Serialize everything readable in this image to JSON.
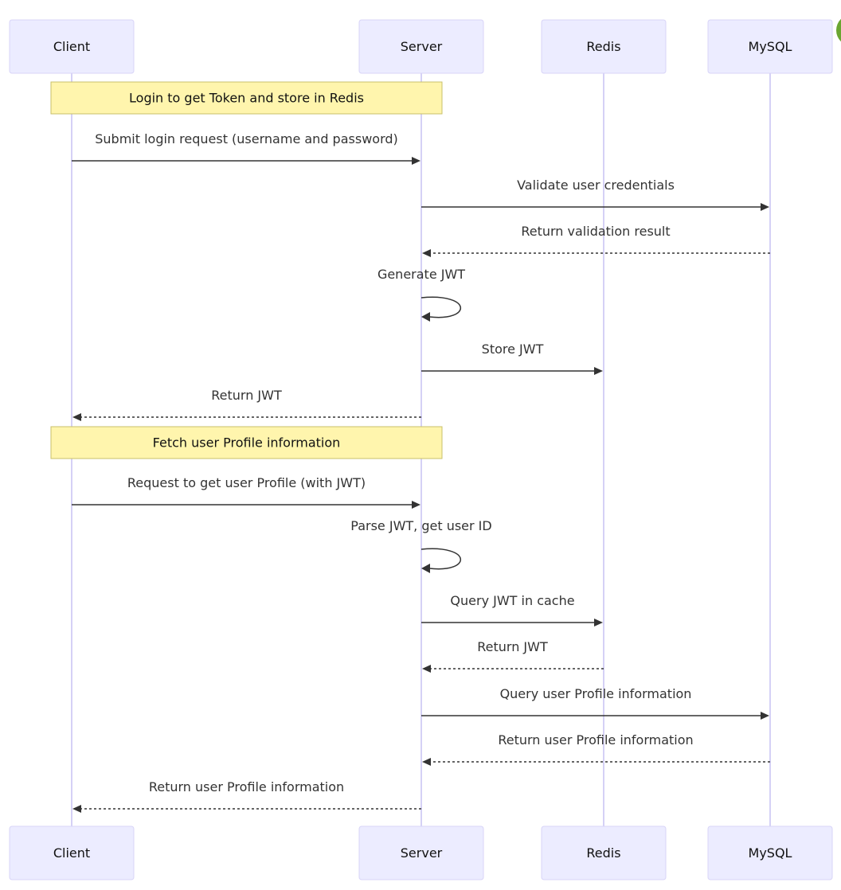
{
  "participants": [
    {
      "id": "client",
      "label": "Client"
    },
    {
      "id": "server",
      "label": "Server"
    },
    {
      "id": "redis",
      "label": "Redis"
    },
    {
      "id": "mysql",
      "label": "MySQL"
    }
  ],
  "notes": [
    {
      "label": "Login to get Token and store in Redis"
    },
    {
      "label": "Fetch user Profile information"
    }
  ],
  "messages": [
    {
      "from": "client",
      "to": "server",
      "label": "Submit login request (username and password)",
      "style": "solid"
    },
    {
      "from": "server",
      "to": "mysql",
      "label": "Validate user credentials",
      "style": "solid"
    },
    {
      "from": "mysql",
      "to": "server",
      "label": "Return validation result",
      "style": "dashed"
    },
    {
      "from": "server",
      "to": "server",
      "label": "Generate JWT",
      "style": "solid"
    },
    {
      "from": "server",
      "to": "redis",
      "label": "Store JWT",
      "style": "solid"
    },
    {
      "from": "server",
      "to": "client",
      "label": "Return JWT",
      "style": "dashed"
    },
    {
      "from": "client",
      "to": "server",
      "label": "Request to get user Profile (with JWT)",
      "style": "solid"
    },
    {
      "from": "server",
      "to": "server",
      "label": "Parse JWT, get user ID",
      "style": "solid"
    },
    {
      "from": "server",
      "to": "redis",
      "label": "Query JWT in cache",
      "style": "solid"
    },
    {
      "from": "redis",
      "to": "server",
      "label": "Return JWT",
      "style": "dashed"
    },
    {
      "from": "server",
      "to": "mysql",
      "label": "Query user Profile information",
      "style": "solid"
    },
    {
      "from": "mysql",
      "to": "server",
      "label": "Return user Profile information",
      "style": "dashed"
    },
    {
      "from": "server",
      "to": "client",
      "label": "Return user Profile information",
      "style": "dashed"
    }
  ],
  "colors": {
    "actor_fill": "#ececff",
    "actor_border": "#d8d4f7",
    "lifeline": "#d5d1f6",
    "note_fill": "#fff5ad",
    "note_border": "#c9c06a",
    "line": "#333333",
    "badge": "#6aa631"
  }
}
